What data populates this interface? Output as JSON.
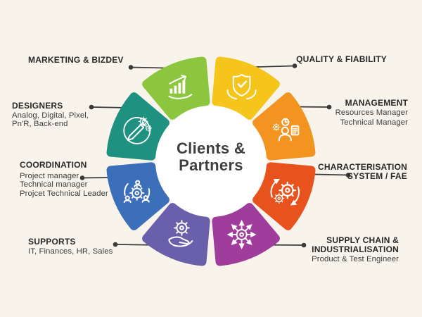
{
  "title": {
    "line1": "Clients &",
    "line2": "Partners"
  },
  "colors": {
    "background": "#F8F4EC",
    "center_circle": "#FFFFFF",
    "center_text": "#3E3E3D",
    "connector": "#3A3A3A",
    "label_title_text": "#282828",
    "label_subtitle_text": "#3B3B3B",
    "icon_stroke": "#FFFFFF"
  },
  "sections": [
    {
      "name": "marketing-bizdev",
      "label": "MARKETING & BIZDEV",
      "sublines": [],
      "color": "#8CC63F",
      "icon": "growth-chart-hand-icon"
    },
    {
      "name": "quality-fiability",
      "label": "QUALITY & FIABILITY",
      "sublines": [],
      "color": "#F5C51C",
      "icon": "shield-check-hands-icon"
    },
    {
      "name": "management",
      "label": "MANAGEMENT",
      "sublines": [
        "Resources Manager",
        "Technical Manager"
      ],
      "color": "#F39421",
      "icon": "manager-schedule-icon"
    },
    {
      "name": "characterisation-system-fae",
      "label": "CHARACTERISATION",
      "label2": "SYSTEM / FAE",
      "sublines": [],
      "color": "#E8521D",
      "icon": "gears-cycle-icon"
    },
    {
      "name": "supply-chain-industrialisation",
      "label": "SUPPLY CHAIN &",
      "label2": "INDUSTRIALISATION",
      "sublines": [
        "Product & Test Engineer"
      ],
      "color": "#A03C9B",
      "icon": "gear-network-arrows-icon"
    },
    {
      "name": "supports",
      "label": "SUPPORTS",
      "sublines": [
        "IT, Finances, HR, Sales"
      ],
      "color": "#6A5FAB",
      "icon": "hand-holding-gear-icon"
    },
    {
      "name": "coordination",
      "label": "COORDINATION",
      "sublines": [
        "Project manager",
        "Technical manager",
        "Projcet Technical Leader"
      ],
      "color": "#3C6FBA",
      "icon": "team-gears-icon"
    },
    {
      "name": "designers",
      "label": "DESIGNERS",
      "sublines": [
        "Analog, Digital, Pixel,",
        "Pn'R, Back-end"
      ],
      "color": "#1F9180",
      "icon": "pencil-gears-icon"
    }
  ]
}
